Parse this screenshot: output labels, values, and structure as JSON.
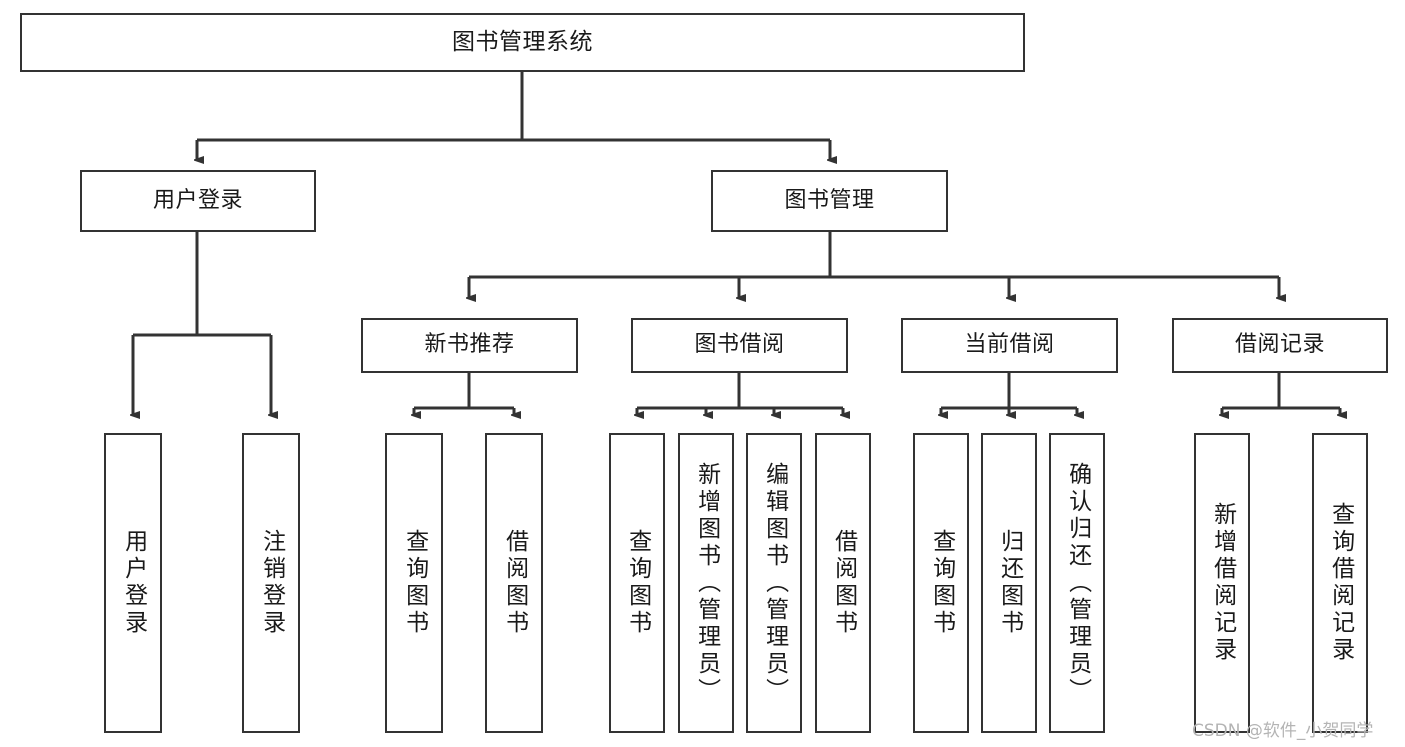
{
  "diagram": {
    "type": "tree-hierarchy-chart",
    "title": "图书管理系统",
    "stroke_color": "#333333",
    "background_color": "#ffffff",
    "text_color": "#1a1a1a"
  },
  "root": {
    "label": "图书管理系统"
  },
  "level2": [
    {
      "label": "用户登录"
    },
    {
      "label": "图书管理"
    }
  ],
  "level3": [
    {
      "label": "新书推荐"
    },
    {
      "label": "图书借阅"
    },
    {
      "label": "当前借阅"
    },
    {
      "label": "借阅记录"
    }
  ],
  "leaves": {
    "user_login": [
      {
        "label": "用户登录"
      },
      {
        "label": "注销登录"
      }
    ],
    "new_book": [
      {
        "label": "查询图书"
      },
      {
        "label": "借阅图书"
      }
    ],
    "book_borrow": [
      {
        "label": "查询图书"
      },
      {
        "label": "新增图书（管理员）"
      },
      {
        "label": "编辑图书（管理员）"
      },
      {
        "label": "借阅图书"
      }
    ],
    "current_borrow": [
      {
        "label": "查询图书"
      },
      {
        "label": "归还图书"
      },
      {
        "label": "确认归还（管理员）"
      }
    ],
    "borrow_record": [
      {
        "label": "新增借阅记录"
      },
      {
        "label": "查询借阅记录"
      }
    ]
  },
  "watermark": {
    "text": "CSDN @软件_小贺同学"
  }
}
